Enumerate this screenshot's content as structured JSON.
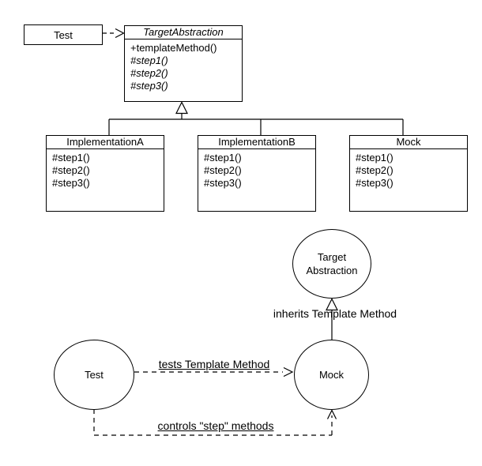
{
  "colors": {
    "stroke": "#000000",
    "background": "#ffffff"
  },
  "class_diagram": {
    "test_box": {
      "title": "Test"
    },
    "abstract_class": {
      "title": "TargetAbstraction",
      "methods": [
        "+templateMethod()",
        "#step1()",
        "#step2()",
        "#step3()"
      ]
    },
    "implementations": [
      {
        "title": "ImplementationA",
        "methods": [
          "#step1()",
          "#step2()",
          "#step3()"
        ]
      },
      {
        "title": "ImplementationB",
        "methods": [
          "#step1()",
          "#step2()",
          "#step3()"
        ]
      },
      {
        "title": "Mock",
        "methods": [
          "#step1()",
          "#step2()",
          "#step3()"
        ]
      }
    ]
  },
  "communication_diagram": {
    "target_abstraction_node": {
      "lines": [
        "Target",
        "Abstraction"
      ]
    },
    "test_node": {
      "lines": [
        "Test"
      ]
    },
    "mock_node": {
      "lines": [
        "Mock"
      ]
    },
    "edges": {
      "inherits": {
        "label": "inherits Template Method"
      },
      "tests": {
        "label": "tests Template Method"
      },
      "controls": {
        "label": "controls \"step\" methods"
      }
    }
  }
}
